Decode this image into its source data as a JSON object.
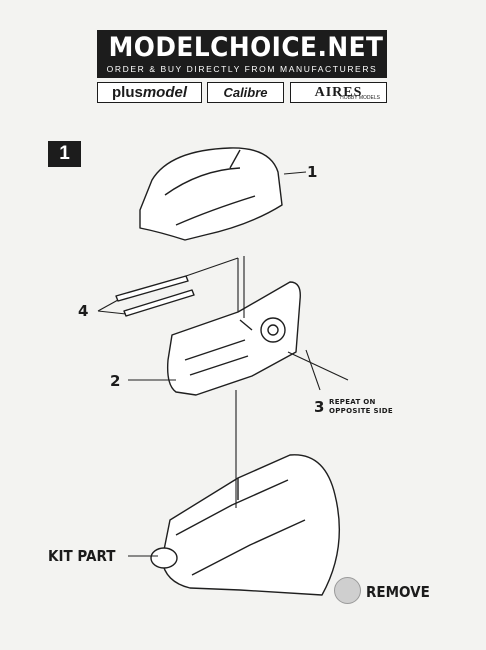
{
  "header": {
    "site": "MODELCHOICE.NET",
    "tagline": "ORDER & BUY DIRECTLY FROM MANUFACTURERS",
    "logos": {
      "plus_a": "plus",
      "plus_b": "model",
      "calibre": "Calibre",
      "aires": "AIRES",
      "aires_sub": "HOBBY MODELS"
    }
  },
  "step": "1",
  "callouts": {
    "p1": "1",
    "p2": "2",
    "p3": "3",
    "p4": "4"
  },
  "note_line1": "REPEAT ON",
  "note_line2": "OPPOSITE SIDE",
  "kit_part": "KIT PART",
  "remove": "REMOVE"
}
